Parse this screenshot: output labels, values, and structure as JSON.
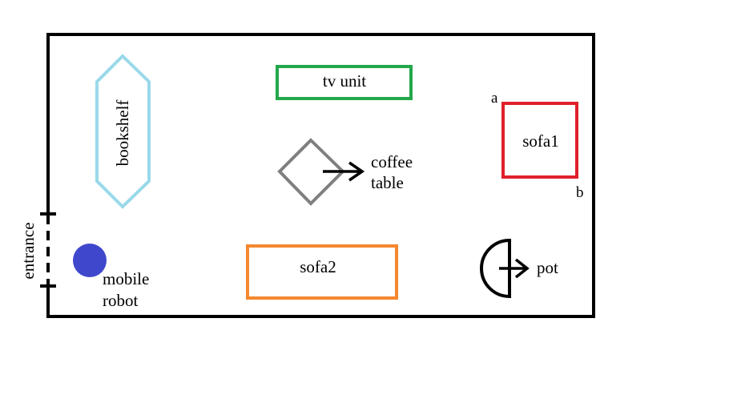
{
  "labels": {
    "tv_unit": "tv unit",
    "bookshelf": "bookshelf",
    "coffee_table_line1": "coffee",
    "coffee_table_line2": "table",
    "sofa1": "sofa1",
    "corner_a": "a",
    "corner_b": "b",
    "entrance": "entrance",
    "sofa2": "sofa2",
    "mobile_robot_line1": "mobile",
    "mobile_robot_line2": "robot",
    "pot": "pot"
  },
  "colors": {
    "wall": "#000000",
    "tv_unit": "#22a84a",
    "bookshelf": "#99d9ea",
    "coffee_table": "#7f7f7f",
    "sofa1": "#e0202a",
    "sofa2": "#f5872f",
    "robot": "#3f48cc",
    "pot": "#000000"
  },
  "icons": {
    "coffee_table_direction": "arrow-right-icon",
    "pot_direction": "arrow-right-icon"
  }
}
